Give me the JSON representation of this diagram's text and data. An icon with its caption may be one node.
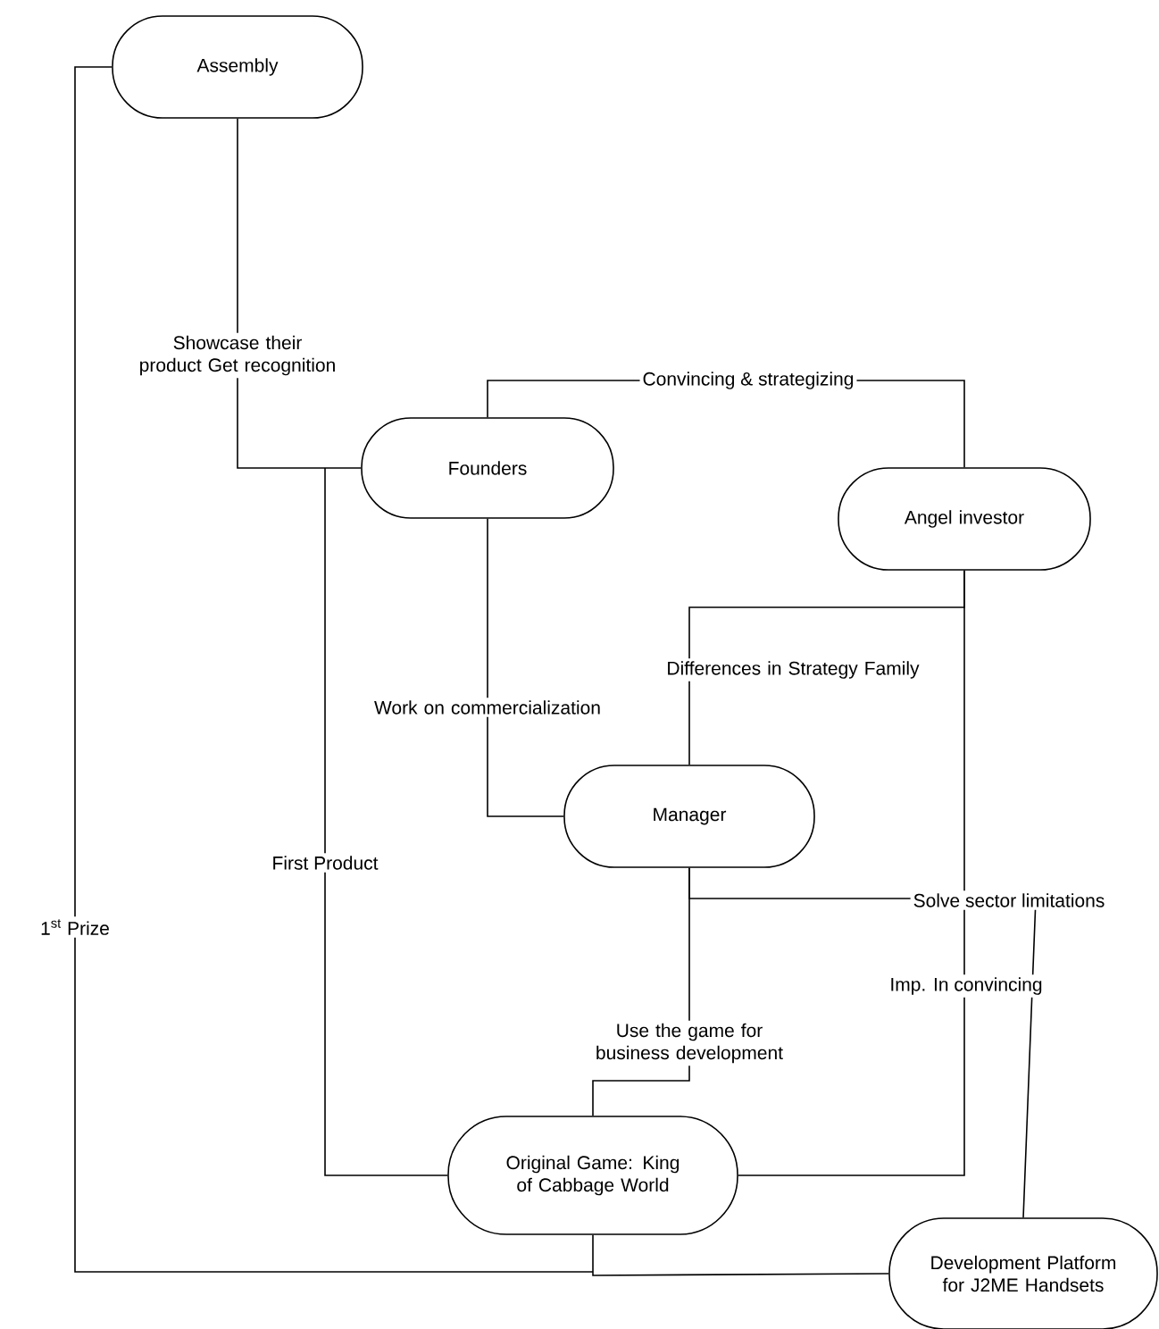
{
  "diagram": {
    "nodes": [
      {
        "text": [
          "Assembly"
        ]
      },
      {
        "text": [
          "Founders"
        ]
      },
      {
        "text": [
          "Angel investor"
        ]
      },
      {
        "text": [
          "Manager"
        ]
      },
      {
        "text": [
          "Original Game: King of Cabbage World"
        ]
      },
      {
        "text": [
          "Development Platform for J2ME Handsets"
        ]
      }
    ],
    "edges": [
      {
        "from": 0,
        "to": 1,
        "arrow": "none",
        "label": "Showcase their product Get recognition"
      },
      {
        "from": 1,
        "to": 2,
        "arrow": "none",
        "label": "Convincing & strategizing"
      },
      {
        "from": 1,
        "to": 4,
        "arrow": "none",
        "label": "First Product"
      },
      {
        "from": 0,
        "to": 4,
        "arrow": "none",
        "label": "1$^{st}$ Prize"
      },
      {
        "from": 1,
        "to": 3,
        "arrow": "none",
        "label": "Work on commercialization"
      },
      {
        "from": 2,
        "to": 3,
        "arrow": "none",
        "label": "Differences in Strategy Family"
      },
      {
        "from": 2,
        "to": 4,
        "arrow": "none",
        "label": "Imp. In convincing"
      },
      {
        "from": 3,
        "to": 5,
        "arrow": "none",
        "label": "Solve sector limitations"
      },
      {
        "from": 3,
        "to": 4,
        "arrow": "none",
        "label": "Use the game for business development"
      },
      {
        "from": 4,
        "to": 5,
        "arrow": "none"
      }
    ]
  }
}
